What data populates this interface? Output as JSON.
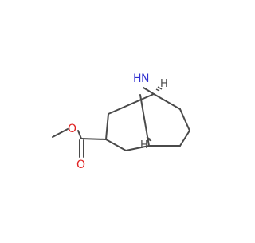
{
  "molecule": {
    "atom_labels": {
      "n_label": "N",
      "h_on_n": "H",
      "o_carbonyl": "O",
      "o_ester": "O",
      "h_bridgehead_top": "H",
      "h_bridgehead_bottom": "H"
    },
    "colors": {
      "bond": "#4a4a4a",
      "nitrogen": "#3030d0",
      "oxygen": "#e02020",
      "hydrogen": "#4a4a4a"
    }
  }
}
